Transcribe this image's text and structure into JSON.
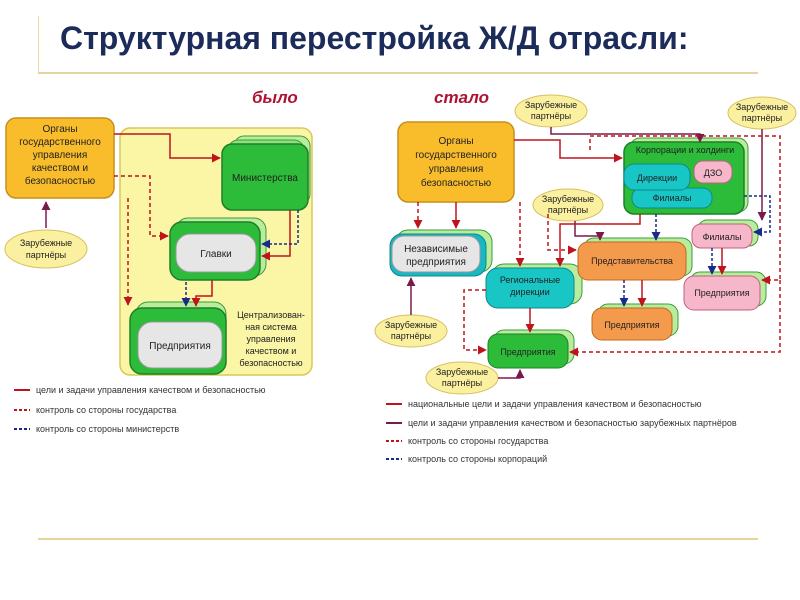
{
  "title": "Структурная перестройка Ж/Д отрасли:",
  "before": {
    "heading": "было",
    "organy": [
      "Органы",
      "государственного",
      "управления",
      "качеством и",
      "безопасностью"
    ],
    "zarubezhnye": [
      "Зарубежные",
      "партнёры"
    ],
    "ministerstva": "Министерства",
    "glavki": "Главки",
    "predpriyatiya": "Предприятия",
    "centralized": [
      "Централизован-",
      "ная система",
      "управления",
      "качеством и",
      "безопасностью"
    ],
    "legend": [
      {
        "text": "цели и задачи управления качеством и безопасностью",
        "color": "#c0141c",
        "style": "solid"
      },
      {
        "text": "контроль со стороны государства",
        "color": "#c0141c",
        "style": "dashed"
      },
      {
        "text": "контроль со стороны министерств",
        "color": "#1a2a8a",
        "style": "dashed"
      }
    ]
  },
  "after": {
    "heading": "стало",
    "organy": [
      "Органы",
      "государственного",
      "управления",
      "безопасностью"
    ],
    "korporacii": "Корпорации и холдинги",
    "direkcii": "Дирекции",
    "dzo": "ДЗО",
    "filialy_inner": "Филиалы",
    "filialy": "Филиалы",
    "nezavisimye": [
      "Независимые",
      "предприятия"
    ],
    "regionalnye": [
      "Региональные",
      "дирекции"
    ],
    "predstavitelstva": "Представительства",
    "predpriyatiya": "Предприятия",
    "zarubezhnye": [
      "Зарубежные",
      "партнёры"
    ],
    "legend": [
      {
        "text": "национальные цели и задачи управления качеством и безопасностью",
        "color": "#c0141c",
        "style": "solid"
      },
      {
        "text": "цели и задачи управления качеством и безопасностью зарубежных партнёров",
        "color": "#7a1a4a",
        "style": "solid"
      },
      {
        "text": "контроль со стороны государства",
        "color": "#c0141c",
        "style": "dashed"
      },
      {
        "text": "контроль со стороны корпораций",
        "color": "#1a2a8a",
        "style": "dashed"
      }
    ]
  }
}
